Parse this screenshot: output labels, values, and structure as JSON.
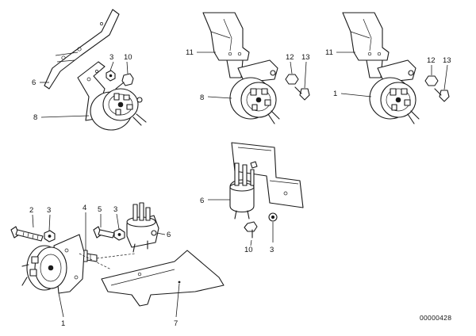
{
  "diagram": {
    "reference_number": "00000428",
    "callouts": {
      "a1_bracket_upper": "6",
      "a1_nut": "3",
      "a1_screw": "10",
      "a1_motor": "8",
      "a2_bracket": "11",
      "a2_washer": "12",
      "a2_screw": "13",
      "a2_motor": "8",
      "a3_bracket": "11",
      "a3_washer": "12",
      "a3_screw": "13",
      "a3_motor": "1",
      "a4_valve": "6",
      "a4_screw": "10",
      "a4_nut": "3",
      "a5_screw": "2",
      "a5_nut": "3",
      "a5_stud": "4",
      "a5_bolt": "5",
      "a5_nut2": "3",
      "a5_valve": "6",
      "a5_motor": "1",
      "a5_plate": "7"
    }
  }
}
